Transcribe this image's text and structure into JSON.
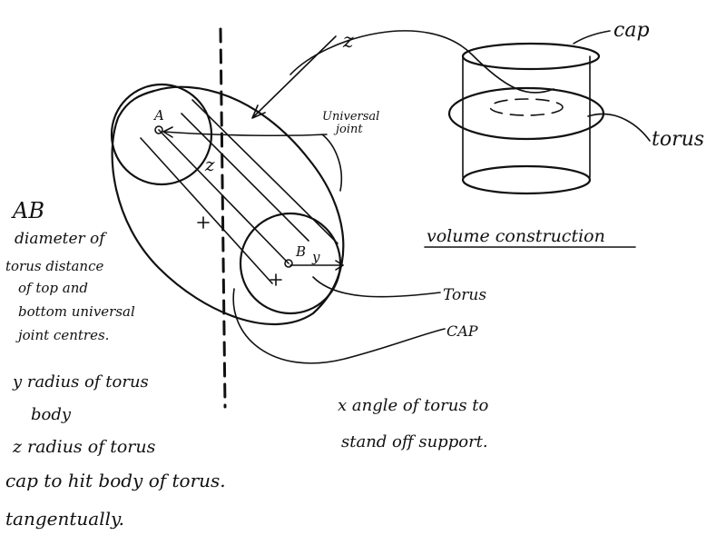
{
  "labels": {
    "z_top": "z",
    "universal_joint_line1": "Universal",
    "universal_joint_line2": "joint",
    "point_a": "A",
    "point_b": "B",
    "y_mark": "y",
    "z_mark": "z",
    "cap_top": "cap",
    "torus_right": "torus",
    "volume_construction": "volume construction",
    "torus_bottom": "Torus",
    "cap_bottom": "CAP",
    "ab_title": "AB",
    "ab_lines": [
      "diameter of",
      "torus distance",
      "of top and",
      "bottom universal",
      "joint centres."
    ],
    "y_lines": [
      "y radius of torus",
      "body"
    ],
    "z_lines": [
      "z  radius of torus",
      "cap to hit body of torus.",
      "tangentually."
    ],
    "x_lines": [
      "x  angle of torus to",
      "stand off support."
    ]
  }
}
